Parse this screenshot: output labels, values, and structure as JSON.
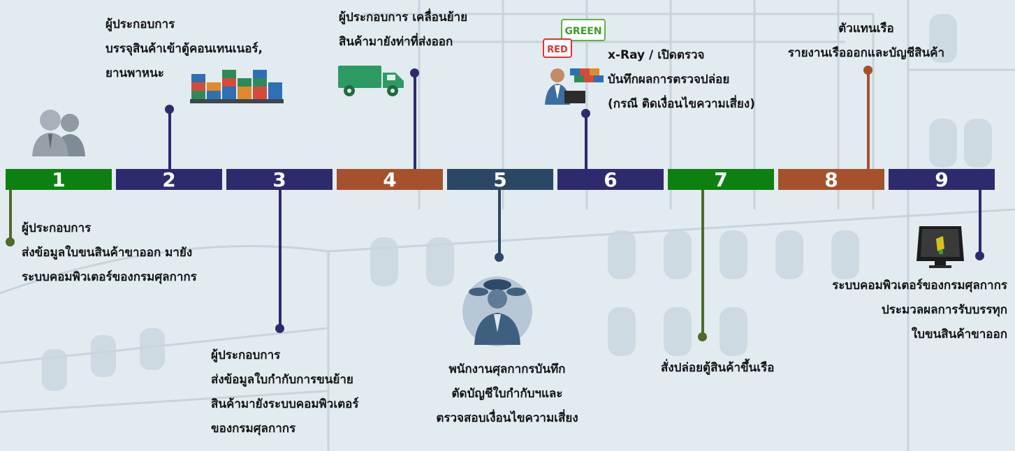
{
  "colors": {
    "green": "#0e8012",
    "navy": "#2d2b6d",
    "brown": "#a5512e",
    "slate": "#2c4766",
    "olive": "#4e6a2c"
  },
  "steps": [
    {
      "number": "1",
      "color": "green",
      "lines": [
        "ผู้ประกอบการ",
        "ส่งข้อมูลใบขนสินค้าขาออก มายัง",
        "ระบบคอมพิวเตอร์ของกรมศุลกากร"
      ],
      "icon": "business-people-icon"
    },
    {
      "number": "2",
      "color": "navy",
      "lines": [
        "ผู้ประกอบการ",
        "บรรจุสินค้าเข้าตู้คอนเทนเนอร์,",
        "ยานพาหนะ"
      ],
      "icon": "shipping-containers-icon"
    },
    {
      "number": "3",
      "color": "navy",
      "lines": [
        "ผู้ประกอบการ",
        "ส่งข้อมูลใบกำกับการขนย้าย",
        "สินค้ามายังระบบคอมพิวเตอร์",
        "ของกรมศุลกากร"
      ],
      "icon": ""
    },
    {
      "number": "4",
      "color": "brown",
      "lines": [
        "ผู้ประกอบการ เคลื่อนย้าย",
        "สินค้ามายังท่าที่ส่งออก"
      ],
      "icon": "truck-icon"
    },
    {
      "number": "5",
      "color": "slate",
      "lines": [
        "พนักงานศุลกากรบันทึก",
        "ตัดบัญชีใบกำกับฯและ",
        "ตรวจสอบเงื่อนไขความเสี่ยง"
      ],
      "icon": "customs-officers-icon"
    },
    {
      "number": "6",
      "color": "navy",
      "lines": [
        "x-Ray / เปิดตรวจ",
        "บันทึกผลการตรวจปล่อย",
        "(กรณี ติดเงื่อนไขความเสี่ยง)"
      ],
      "icon": "inspection-officer-icon"
    },
    {
      "number": "7",
      "color": "green",
      "lines": [
        "สั่งปล่อยตู้สินค้าขึ้นเรือ"
      ],
      "icon": ""
    },
    {
      "number": "8",
      "color": "brown",
      "lines": [
        "ตัวแทนเรือ",
        "รายงานเรือออกและบัญชีสินค้า"
      ],
      "icon": ""
    },
    {
      "number": "9",
      "color": "navy",
      "lines": [
        "ระบบคอมพิวเตอร์ของกรมศุลกากร",
        "ประมวลผลการรับบรรทุก",
        "ใบขนสินค้าขาออก"
      ],
      "icon": "computer-monitor-icon"
    }
  ],
  "badges": {
    "red": "RED",
    "green": "GREEN"
  }
}
